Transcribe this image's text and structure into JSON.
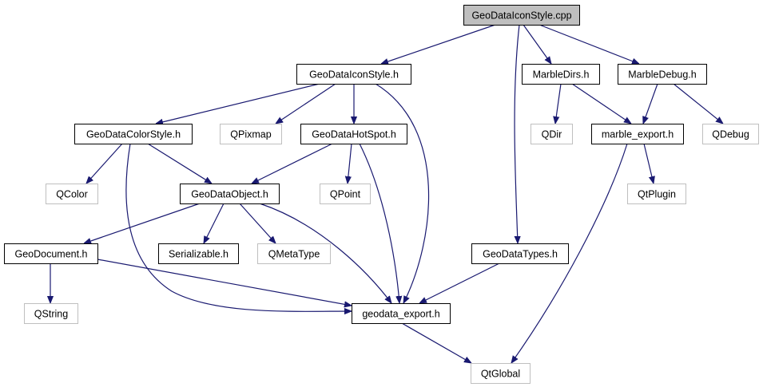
{
  "diagram": {
    "title": "GeoDataIconStyle.cpp include dependency graph",
    "colors": {
      "edge": "#191970",
      "root_fill": "#bfbfbf",
      "node_border": "#000000",
      "external_border": "#bfbfbf",
      "text": "#000000"
    },
    "nodes": [
      {
        "id": "root",
        "label": "GeoDataIconStyle.cpp",
        "kind": "root"
      },
      {
        "id": "iconstyle_h",
        "label": "GeoDataIconStyle.h",
        "kind": "file"
      },
      {
        "id": "marbledirs",
        "label": "MarbleDirs.h",
        "kind": "file"
      },
      {
        "id": "marbledebug",
        "label": "MarbleDebug.h",
        "kind": "file"
      },
      {
        "id": "colorstyle",
        "label": "GeoDataColorStyle.h",
        "kind": "file"
      },
      {
        "id": "qpixmap",
        "label": "QPixmap",
        "kind": "external"
      },
      {
        "id": "hotspot",
        "label": "GeoDataHotSpot.h",
        "kind": "file"
      },
      {
        "id": "qdir",
        "label": "QDir",
        "kind": "external"
      },
      {
        "id": "marble_export",
        "label": "marble_export.h",
        "kind": "file"
      },
      {
        "id": "qdebug",
        "label": "QDebug",
        "kind": "external"
      },
      {
        "id": "qcolor",
        "label": "QColor",
        "kind": "external"
      },
      {
        "id": "object",
        "label": "GeoDataObject.h",
        "kind": "file"
      },
      {
        "id": "qpoint",
        "label": "QPoint",
        "kind": "external"
      },
      {
        "id": "qtplugin",
        "label": "QtPlugin",
        "kind": "external"
      },
      {
        "id": "document",
        "label": "GeoDocument.h",
        "kind": "file"
      },
      {
        "id": "serializable",
        "label": "Serializable.h",
        "kind": "file"
      },
      {
        "id": "qmetatype",
        "label": "QMetaType",
        "kind": "external"
      },
      {
        "id": "types",
        "label": "GeoDataTypes.h",
        "kind": "file"
      },
      {
        "id": "qstring",
        "label": "QString",
        "kind": "external"
      },
      {
        "id": "geodata_export",
        "label": "geodata_export.h",
        "kind": "file"
      },
      {
        "id": "qtglobal",
        "label": "QtGlobal",
        "kind": "external"
      }
    ],
    "edges": [
      {
        "from": "root",
        "to": "iconstyle_h"
      },
      {
        "from": "root",
        "to": "types"
      },
      {
        "from": "root",
        "to": "marbledirs"
      },
      {
        "from": "root",
        "to": "marbledebug"
      },
      {
        "from": "iconstyle_h",
        "to": "colorstyle"
      },
      {
        "from": "iconstyle_h",
        "to": "qpixmap"
      },
      {
        "from": "iconstyle_h",
        "to": "hotspot"
      },
      {
        "from": "iconstyle_h",
        "to": "geodata_export"
      },
      {
        "from": "marbledirs",
        "to": "qdir"
      },
      {
        "from": "marbledirs",
        "to": "marble_export"
      },
      {
        "from": "marbledebug",
        "to": "marble_export"
      },
      {
        "from": "marbledebug",
        "to": "qdebug"
      },
      {
        "from": "colorstyle",
        "to": "qcolor"
      },
      {
        "from": "colorstyle",
        "to": "object"
      },
      {
        "from": "colorstyle",
        "to": "geodata_export"
      },
      {
        "from": "hotspot",
        "to": "object"
      },
      {
        "from": "hotspot",
        "to": "qpoint"
      },
      {
        "from": "hotspot",
        "to": "geodata_export"
      },
      {
        "from": "marble_export",
        "to": "qtplugin"
      },
      {
        "from": "marble_export",
        "to": "qtglobal"
      },
      {
        "from": "object",
        "to": "document"
      },
      {
        "from": "object",
        "to": "serializable"
      },
      {
        "from": "object",
        "to": "qmetatype"
      },
      {
        "from": "object",
        "to": "geodata_export"
      },
      {
        "from": "document",
        "to": "qstring"
      },
      {
        "from": "document",
        "to": "geodata_export"
      },
      {
        "from": "types",
        "to": "geodata_export"
      },
      {
        "from": "geodata_export",
        "to": "qtglobal"
      }
    ]
  }
}
